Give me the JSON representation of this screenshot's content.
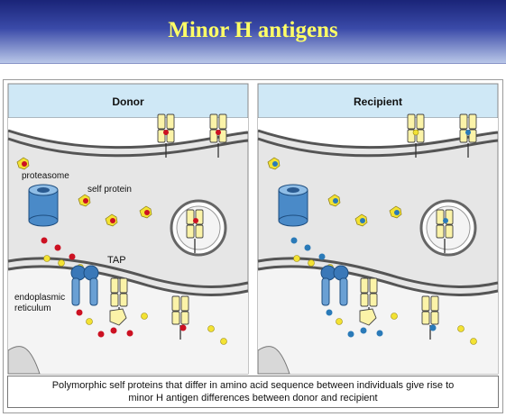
{
  "header": {
    "title": "Minor H antigens"
  },
  "panels": {
    "donor": {
      "title": "Donor",
      "labels": {
        "proteasome": "proteasome",
        "self_protein": "self protein",
        "tap": "TAP",
        "er_line1": "endoplasmic",
        "er_line2": "reticulum"
      },
      "peptide_color": "#cc1122"
    },
    "recipient": {
      "title": "Recipient",
      "peptide_color": "#2a7ab8"
    }
  },
  "caption": {
    "line1": "Polymorphic self proteins that differ in amino acid sequence between individuals give rise to",
    "line2": "minor H antigen differences between donor and recipient"
  },
  "colors": {
    "header_bg": "#2a3690",
    "title_text": "#ffff66",
    "panel_header_bg": "#cfe8f6",
    "cytoplasm": "#e6e6e6",
    "membrane": "#555555",
    "mhc": "#fbf3a8",
    "proteasome": "#4a8ac8",
    "tap": "#3a78b8",
    "peptide_yellow": "#f3e233"
  }
}
